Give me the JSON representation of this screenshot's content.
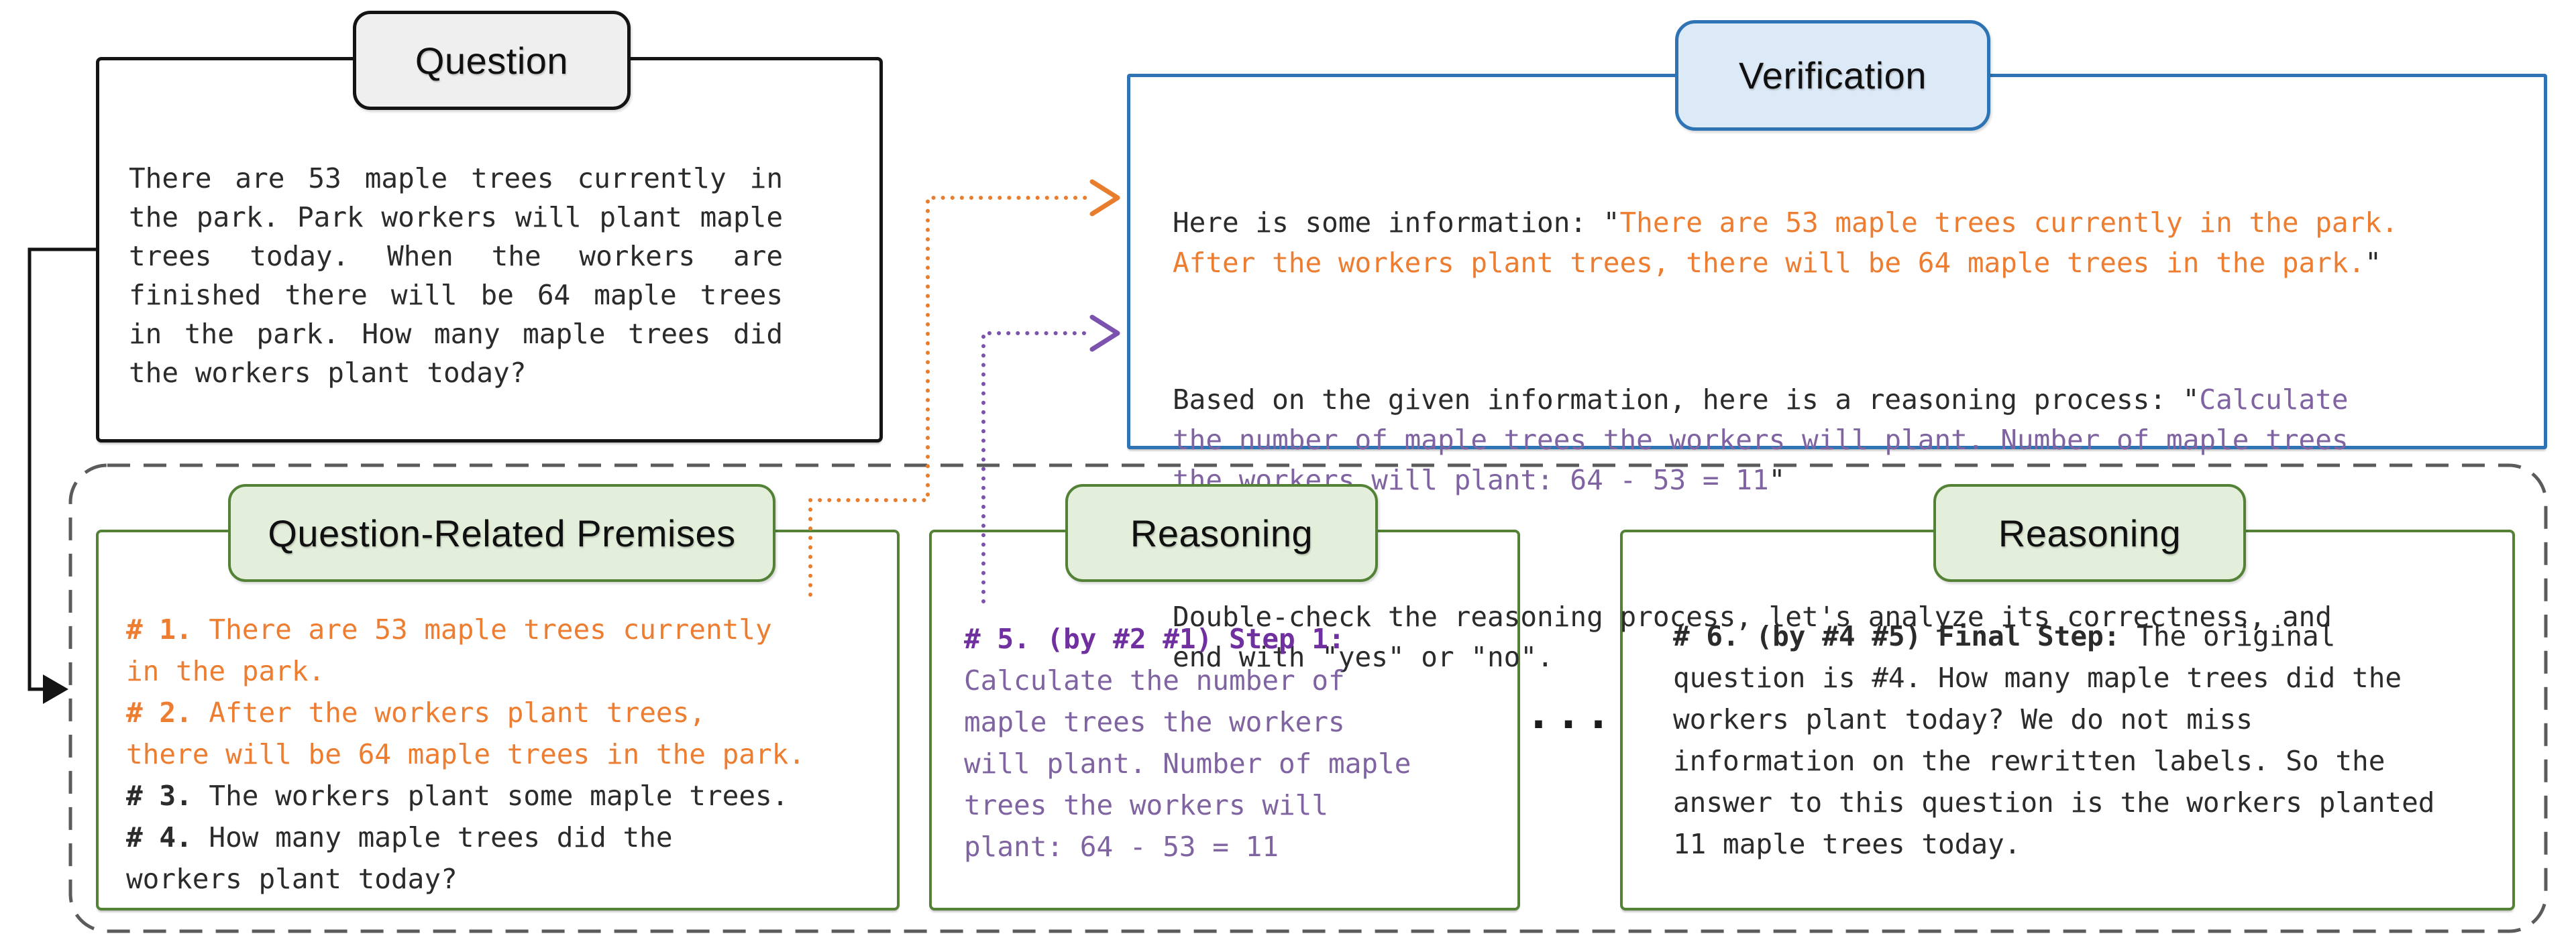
{
  "palette": {
    "ink": "#2b2b2b",
    "orange": "#ED7D31",
    "purple": "#8064A2",
    "purpleDark": "#7030A0",
    "green": "#538135",
    "greenLight": "#E3EFDA",
    "blue": "#2E74B5",
    "blueLight": "#DCE9F6",
    "grayLight": "#EFEFEF",
    "dash": "#5B5B5B",
    "line": "#141414",
    "orangeLine": "#E87D2E",
    "purpleLine": "#7B52AE"
  },
  "question": {
    "label": "Question",
    "text": "There are 53 maple trees currently in the park. Park workers will plant maple trees today. When the workers are finished there will be 64 maple trees in the park. How many maple trees did the workers plant today?"
  },
  "verification": {
    "label": "Verification",
    "paragraphs": [
      {
        "segments": [
          {
            "text": "Here is some information: \"",
            "color": "ink"
          },
          {
            "text": "There are 53 maple trees currently in the park.\nAfter the workers plant trees, there will be 64 maple trees in the park.",
            "color": "orange"
          },
          {
            "text": "\"",
            "color": "ink"
          }
        ]
      },
      {
        "segments": [
          {
            "text": "Based on the given information, here is a reasoning process: \"",
            "color": "ink"
          },
          {
            "text": "Calculate\nthe number of maple trees the workers will plant. Number of maple trees\nthe workers will plant: 64 - 53 = 11",
            "color": "purple"
          },
          {
            "text": "\"",
            "color": "ink"
          }
        ]
      },
      {
        "segments": [
          {
            "text": "Double-check the reasoning process, let's analyze its correctness, and\nend with \"yes\" or \"no\".",
            "color": "ink"
          }
        ]
      }
    ]
  },
  "premises": {
    "label": "Question-Related Premises",
    "segments": [
      {
        "text": "# 1.",
        "color": "orange",
        "bold": true
      },
      {
        "text": " There are 53 maple trees currently\nin the park.\n",
        "color": "orange"
      },
      {
        "text": "# 2.",
        "color": "orange",
        "bold": true
      },
      {
        "text": " After the workers plant trees,\nthere will be 64 maple trees in the park.\n",
        "color": "orange"
      },
      {
        "text": "# 3.",
        "color": "ink",
        "bold": true
      },
      {
        "text": " The workers plant some maple trees.\n",
        "color": "ink"
      },
      {
        "text": "# 4.",
        "color": "ink",
        "bold": true
      },
      {
        "text": " How many maple trees did the\nworkers plant today?",
        "color": "ink"
      }
    ]
  },
  "reasoning_step": {
    "label": "Reasoning",
    "segments": [
      {
        "text": "# 5. (by #2 #1) Step 1:",
        "color": "purpleDark",
        "bold": true
      },
      {
        "text": "\nCalculate the number of\nmaple trees the workers\nwill plant. Number of maple\ntrees the workers will\nplant: 64 - 53 = 11",
        "color": "purple"
      }
    ]
  },
  "reasoning_final": {
    "label": "Reasoning",
    "segments": [
      {
        "text": "# 6. (by #4 #5) Final Step:",
        "color": "ink",
        "bold": true
      },
      {
        "text": " The original\nquestion is #4. How many maple trees did the\nworkers plant today? We do not miss\ninformation on the rewritten labels. So the\nanswer to this question is the workers planted\n11 maple trees today.",
        "color": "ink"
      }
    ]
  },
  "ellipsis": {
    "text": "..."
  }
}
